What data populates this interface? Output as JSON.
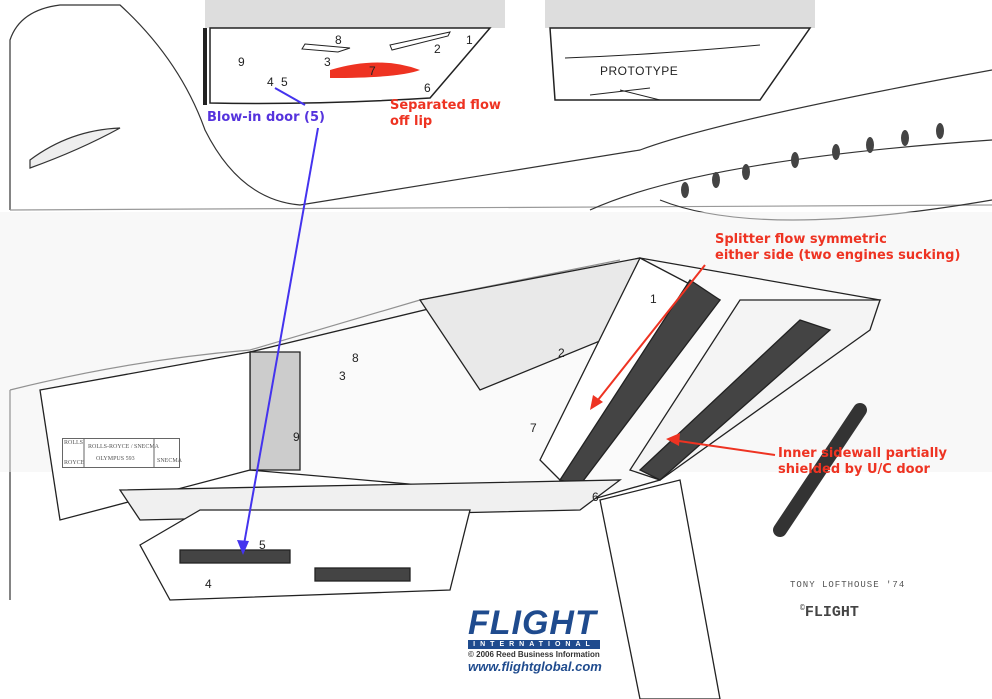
{
  "inset_original": {
    "part_numbers": [
      "1",
      "2",
      "3",
      "4",
      "5",
      "6",
      "7",
      "8",
      "9"
    ],
    "blow_in_label": "Blow-in door (5)",
    "separated_flow_label": [
      "Separated flow",
      "off lip"
    ]
  },
  "inset_prototype": {
    "title": "PROTOTYPE"
  },
  "main_view": {
    "part_numbers": [
      "1",
      "2",
      "3",
      "4",
      "5",
      "6",
      "7",
      "8",
      "9"
    ],
    "splitter_label": [
      "Splitter flow symmetric",
      "either side (two engines sucking)"
    ],
    "sidewall_label": [
      "Inner sidewall partially",
      "shielded by U/C door"
    ],
    "engine_plaque": [
      "ROLLS",
      "ROYCE",
      "ROLLS-ROYCE / SNECMA",
      "OLYMPUS 593",
      "SNECMA"
    ]
  },
  "credits": {
    "artist": "TONY LOFTHOUSE '74",
    "artist_logo": "FLIGHT",
    "copyright_symbol": "©",
    "publisher_logo": "FLIGHT",
    "publisher_sub": "INTERNATIONAL",
    "copyright": "© 2006 Reed Business Information",
    "url": "www.flightglobal.com"
  },
  "colors": {
    "annotation_red": "#ee3322",
    "annotation_blue": "#5533dd",
    "brand_blue": "#1f4b8e",
    "dark_strip": "#444444"
  }
}
